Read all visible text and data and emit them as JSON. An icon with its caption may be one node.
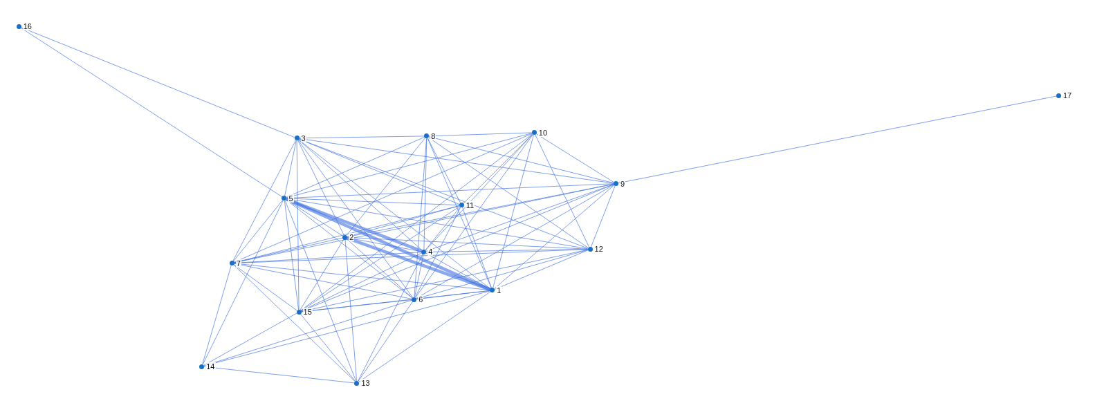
{
  "diagram": {
    "nodes": [
      {
        "text": [
          "1"
        ]
      },
      {
        "text": [
          "2"
        ]
      },
      {
        "text": [
          "3"
        ]
      },
      {
        "text": [
          "4"
        ]
      },
      {
        "text": [
          "5"
        ]
      },
      {
        "text": [
          "6"
        ]
      },
      {
        "text": [
          "7"
        ]
      },
      {
        "text": [
          "8"
        ]
      },
      {
        "text": [
          "9"
        ]
      },
      {
        "text": [
          "10"
        ]
      },
      {
        "text": [
          "11"
        ]
      },
      {
        "text": [
          "12"
        ]
      },
      {
        "text": [
          "13"
        ]
      },
      {
        "text": [
          "14"
        ]
      },
      {
        "text": [
          "15"
        ]
      },
      {
        "text": [
          "16"
        ]
      },
      {
        "text": [
          "17"
        ]
      }
    ],
    "edges": [
      {
        "from": 15,
        "to": 2,
        "arrow": "none"
      },
      {
        "from": 15,
        "to": 4,
        "arrow": "none"
      },
      {
        "from": 16,
        "to": 8,
        "arrow": "none"
      },
      {
        "from": 2,
        "to": 7,
        "arrow": "none"
      },
      {
        "from": 7,
        "to": 9,
        "arrow": "none"
      },
      {
        "from": 13,
        "to": 12,
        "arrow": "none"
      },
      {
        "from": 4,
        "to": 3,
        "arrow": "none",
        "style": "thick"
      },
      {
        "from": 4,
        "to": 0,
        "arrow": "none",
        "style": "thick"
      },
      {
        "from": 1,
        "to": 0,
        "arrow": "none",
        "style": "thick"
      },
      {
        "from": 1,
        "to": 3,
        "arrow": "none"
      },
      {
        "from": 6,
        "to": 0,
        "arrow": "none"
      },
      {
        "from": 6,
        "to": 3,
        "arrow": "none"
      },
      {
        "from": 14,
        "to": 5,
        "arrow": "none"
      },
      {
        "from": 5,
        "to": 0,
        "arrow": "none"
      },
      {
        "from": 4,
        "to": 1,
        "arrow": "none"
      },
      {
        "from": 4,
        "to": 6,
        "arrow": "none"
      },
      {
        "from": 2,
        "to": 4,
        "arrow": "none"
      },
      {
        "from": 2,
        "to": 6,
        "arrow": "none"
      },
      {
        "from": 2,
        "to": 14,
        "arrow": "none"
      },
      {
        "from": 2,
        "to": 1,
        "arrow": "none"
      },
      {
        "from": 2,
        "to": 3,
        "arrow": "none"
      },
      {
        "from": 2,
        "to": 0,
        "arrow": "none"
      },
      {
        "from": 2,
        "to": 5,
        "arrow": "none"
      },
      {
        "from": 2,
        "to": 8,
        "arrow": "none"
      },
      {
        "from": 2,
        "to": 10,
        "arrow": "none"
      },
      {
        "from": 2,
        "to": 11,
        "arrow": "none"
      },
      {
        "from": 7,
        "to": 4,
        "arrow": "none"
      },
      {
        "from": 7,
        "to": 1,
        "arrow": "none"
      },
      {
        "from": 7,
        "to": 3,
        "arrow": "none"
      },
      {
        "from": 7,
        "to": 5,
        "arrow": "none"
      },
      {
        "from": 7,
        "to": 10,
        "arrow": "none"
      },
      {
        "from": 7,
        "to": 0,
        "arrow": "none"
      },
      {
        "from": 7,
        "to": 8,
        "arrow": "none"
      },
      {
        "from": 7,
        "to": 11,
        "arrow": "none"
      },
      {
        "from": 9,
        "to": 4,
        "arrow": "none"
      },
      {
        "from": 9,
        "to": 6,
        "arrow": "none"
      },
      {
        "from": 9,
        "to": 10,
        "arrow": "none"
      },
      {
        "from": 9,
        "to": 3,
        "arrow": "none"
      },
      {
        "from": 9,
        "to": 5,
        "arrow": "none"
      },
      {
        "from": 9,
        "to": 0,
        "arrow": "none"
      },
      {
        "from": 9,
        "to": 8,
        "arrow": "none"
      },
      {
        "from": 9,
        "to": 11,
        "arrow": "none"
      },
      {
        "from": 9,
        "to": 14,
        "arrow": "none"
      },
      {
        "from": 8,
        "to": 4,
        "arrow": "none"
      },
      {
        "from": 8,
        "to": 1,
        "arrow": "none"
      },
      {
        "from": 8,
        "to": 3,
        "arrow": "none"
      },
      {
        "from": 8,
        "to": 6,
        "arrow": "none"
      },
      {
        "from": 8,
        "to": 14,
        "arrow": "none"
      },
      {
        "from": 8,
        "to": 5,
        "arrow": "none"
      },
      {
        "from": 8,
        "to": 0,
        "arrow": "none"
      },
      {
        "from": 8,
        "to": 11,
        "arrow": "none"
      },
      {
        "from": 10,
        "to": 6,
        "arrow": "none"
      },
      {
        "from": 10,
        "to": 14,
        "arrow": "none"
      },
      {
        "from": 10,
        "to": 5,
        "arrow": "none"
      },
      {
        "from": 10,
        "to": 0,
        "arrow": "none"
      },
      {
        "from": 10,
        "to": 4,
        "arrow": "none"
      },
      {
        "from": 10,
        "to": 1,
        "arrow": "none"
      },
      {
        "from": 10,
        "to": 3,
        "arrow": "none"
      },
      {
        "from": 11,
        "to": 4,
        "arrow": "none"
      },
      {
        "from": 11,
        "to": 6,
        "arrow": "none"
      },
      {
        "from": 11,
        "to": 3,
        "arrow": "none"
      },
      {
        "from": 11,
        "to": 5,
        "arrow": "none"
      },
      {
        "from": 11,
        "to": 0,
        "arrow": "none"
      },
      {
        "from": 11,
        "to": 1,
        "arrow": "none"
      },
      {
        "from": 11,
        "to": 14,
        "arrow": "none"
      },
      {
        "from": 6,
        "to": 13,
        "arrow": "none"
      },
      {
        "from": 6,
        "to": 12,
        "arrow": "none"
      },
      {
        "from": 6,
        "to": 14,
        "arrow": "none"
      },
      {
        "from": 6,
        "to": 5,
        "arrow": "none"
      },
      {
        "from": 6,
        "to": 1,
        "arrow": "none"
      },
      {
        "from": 4,
        "to": 14,
        "arrow": "none"
      },
      {
        "from": 4,
        "to": 5,
        "arrow": "none"
      },
      {
        "from": 4,
        "to": 12,
        "arrow": "none"
      },
      {
        "from": 4,
        "to": 13,
        "arrow": "none"
      },
      {
        "from": 1,
        "to": 14,
        "arrow": "none"
      },
      {
        "from": 1,
        "to": 12,
        "arrow": "none"
      },
      {
        "from": 1,
        "to": 5,
        "arrow": "none"
      },
      {
        "from": 3,
        "to": 14,
        "arrow": "none"
      },
      {
        "from": 3,
        "to": 12,
        "arrow": "none"
      },
      {
        "from": 3,
        "to": 5,
        "arrow": "none"
      },
      {
        "from": 3,
        "to": 0,
        "arrow": "none"
      },
      {
        "from": 5,
        "to": 12,
        "arrow": "none"
      },
      {
        "from": 5,
        "to": 13,
        "arrow": "none"
      },
      {
        "from": 0,
        "to": 12,
        "arrow": "none"
      },
      {
        "from": 0,
        "to": 13,
        "arrow": "none"
      },
      {
        "from": 0,
        "to": 14,
        "arrow": "none"
      },
      {
        "from": 14,
        "to": 12,
        "arrow": "none"
      },
      {
        "from": 14,
        "to": 13,
        "arrow": "none"
      }
    ]
  }
}
